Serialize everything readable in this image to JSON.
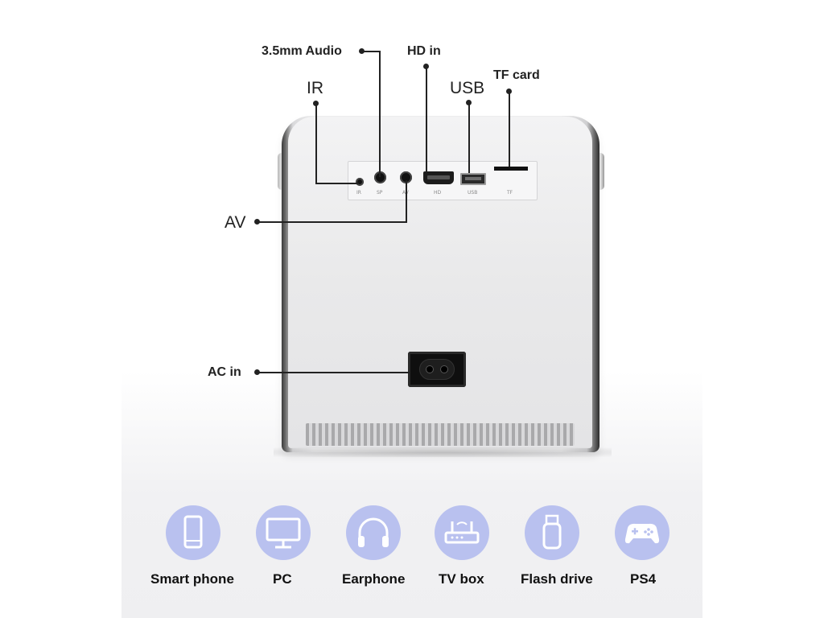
{
  "callouts": {
    "audio": "3.5mm Audio",
    "hd_in": "HD in",
    "ir": "IR",
    "usb": "USB",
    "tf_card": "TF card",
    "av": "AV",
    "ac_in": "AC in"
  },
  "port_panel_labels": {
    "ir": "IR",
    "sp": "SP",
    "av": "AV",
    "hd": "HD",
    "usb": "USB",
    "tf": "TF"
  },
  "devices": [
    {
      "label": "Smart phone",
      "icon": "smartphone-icon"
    },
    {
      "label": "PC",
      "icon": "monitor-icon"
    },
    {
      "label": "Earphone",
      "icon": "headphones-icon"
    },
    {
      "label": "TV box",
      "icon": "router-icon"
    },
    {
      "label": "Flash drive",
      "icon": "usb-drive-icon"
    },
    {
      "label": "PS4",
      "icon": "gamepad-icon"
    }
  ],
  "colors": {
    "icon_circle": "#b9c1ef",
    "icon_stroke": "#ffffff",
    "text": "#222222"
  }
}
